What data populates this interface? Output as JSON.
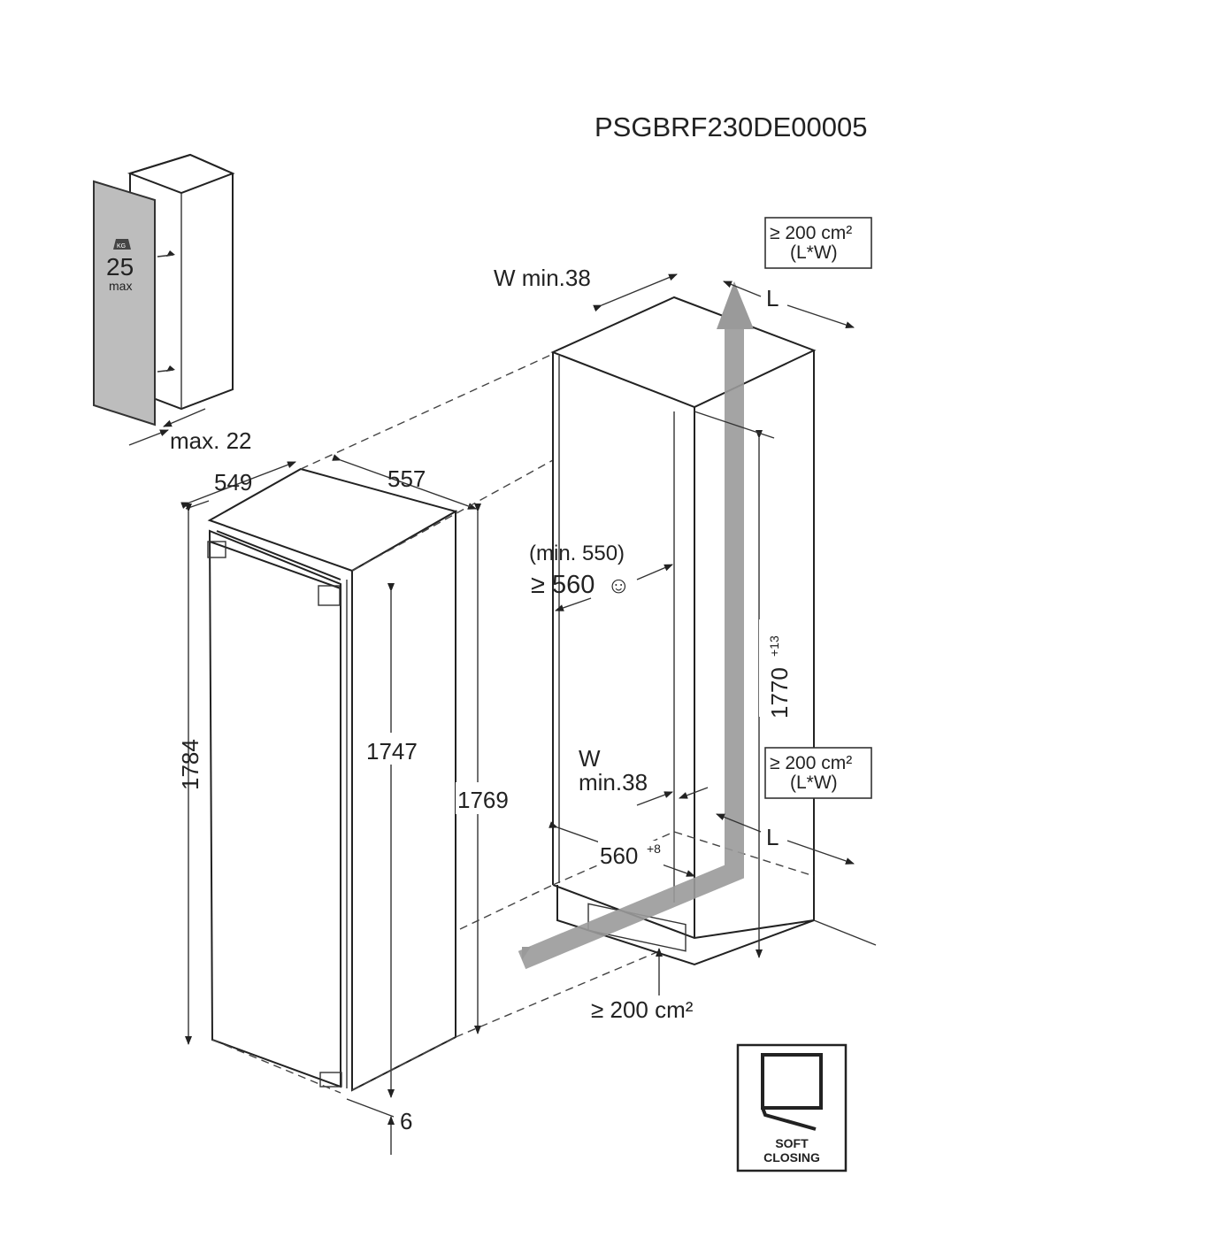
{
  "title": "PSGBRF230DE00005",
  "door_panel": {
    "weight_icon_label": "KG",
    "weight_value": "25",
    "weight_unit": "max",
    "thickness": "max. 22"
  },
  "appliance": {
    "depth": "549",
    "width": "557",
    "height_total": "1784",
    "height_body": "1747",
    "height_side": "1769",
    "bottom_gap": "6"
  },
  "niche": {
    "top_w_label": "W min.38",
    "top_l_label": "L",
    "top_vent_area": "≥ 200 cm²",
    "top_vent_formula": "(L*W)",
    "depth_min": "(min. 550)",
    "depth_recommended": "≥ 560",
    "smiley": "☺",
    "height": "1770",
    "height_tolerance": "+13",
    "bottom_w_label": "W",
    "bottom_w_min": "min.38",
    "width": "560",
    "width_tolerance": "+8",
    "bottom_l_label": "L",
    "bottom_vent_area": "≥ 200 cm²",
    "bottom_vent_formula": "(L*W)",
    "plinth_vent_area": "≥ 200 cm²"
  },
  "badge": {
    "line1": "SOFT",
    "line2": "CLOSING"
  }
}
